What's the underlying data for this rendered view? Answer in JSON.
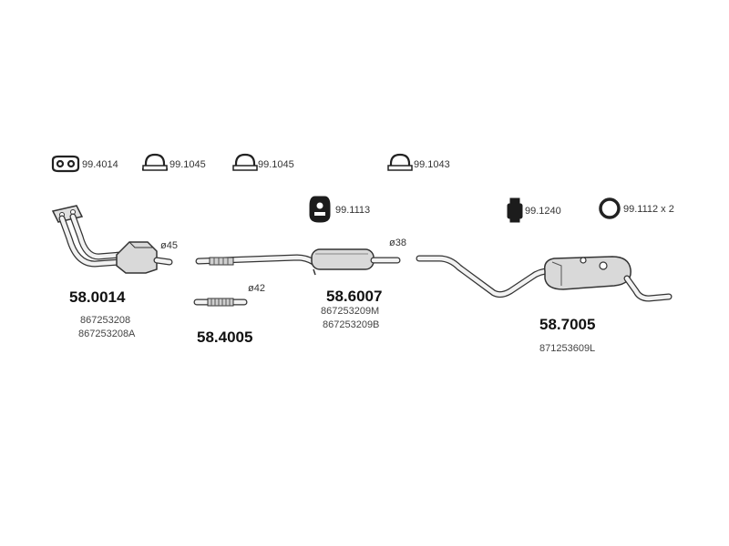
{
  "hardware": [
    {
      "code": "99.4014",
      "icon": "flange-gasket-icon"
    },
    {
      "code": "99.1045",
      "icon": "u-clamp-icon"
    },
    {
      "code": "99.1045",
      "icon": "u-clamp-icon"
    },
    {
      "code": "99.1043",
      "icon": "u-clamp-icon"
    },
    {
      "code": "99.1113",
      "icon": "rubber-hanger-icon"
    },
    {
      "code": "99.1240",
      "icon": "rubber-mount-icon"
    },
    {
      "code": "99.1112 x 2",
      "icon": "rubber-ring-icon"
    }
  ],
  "parts": [
    {
      "number": "58.0014",
      "refs": [
        "867253208",
        "867253208A"
      ],
      "diameter": "ø45"
    },
    {
      "number": "58.4005",
      "refs": [],
      "diameter": "ø42"
    },
    {
      "number": "58.6007",
      "refs": [
        "867253209M",
        "867253209B"
      ],
      "diameter": "ø38"
    },
    {
      "number": "58.7005",
      "refs": [
        "871253609L"
      ],
      "diameter": ""
    }
  ]
}
